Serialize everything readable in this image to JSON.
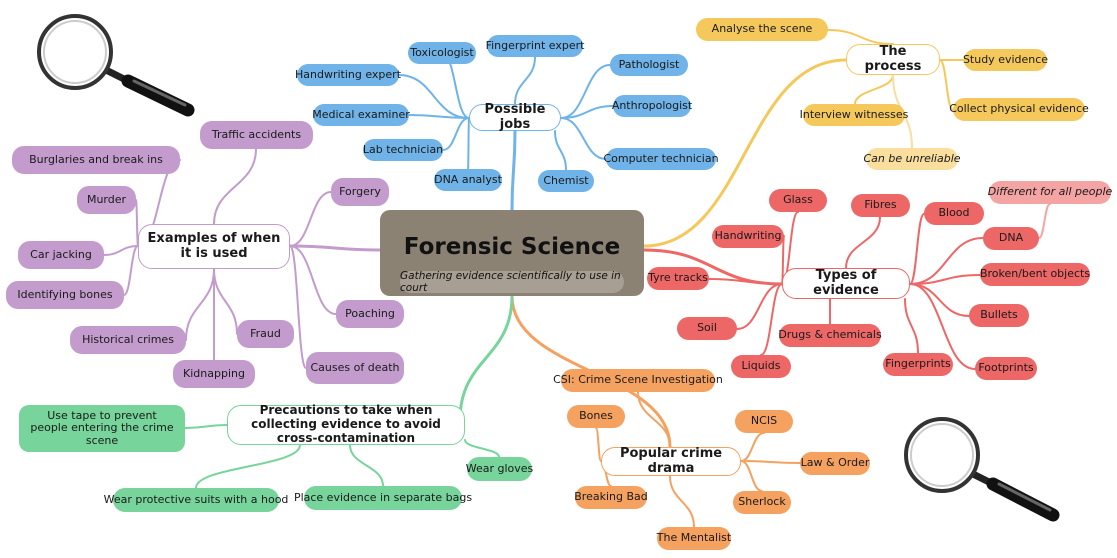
{
  "central": {
    "title": "Forensic Science",
    "subtitle": "Gathering evidence scientifically to use in court"
  },
  "colors": {
    "jobs": "#6fb3e8",
    "process": "#f5c85b",
    "evidence": "#ee6767",
    "drama": "#f5a160",
    "precautions": "#77d49a",
    "examples": "#c39ccd",
    "central": "#8b8274"
  },
  "branches": {
    "jobs": {
      "label": "Possible jobs",
      "items": [
        "Toxicologist",
        "Fingerprint expert",
        "Pathologist",
        "Handwriting expert",
        "Medical examiner",
        "Anthropologist",
        "Lab technician",
        "Computer technician",
        "DNA analyst",
        "Chemist"
      ]
    },
    "process": {
      "label": "The process",
      "items": [
        "Analyse the scene",
        "Study evidence",
        "Collect  physical evidence",
        "Interview witnesses"
      ],
      "note": "Can be unreliable"
    },
    "evidence": {
      "label": "Types of evidence",
      "items": [
        "Glass",
        "Fibres",
        "Blood",
        "DNA",
        "Handwriting",
        "Tyre tracks",
        "Soil",
        "Drugs & chemicals",
        "Liquids",
        "Fingerprints",
        "Broken/bent objects",
        "Bullets",
        "Footprints"
      ],
      "note": "Different for all people"
    },
    "drama": {
      "label": "Popular crime drama",
      "items": [
        "CSI: Crime Scene Investigation",
        "Bones",
        "NCIS",
        "Law & Order",
        "Breaking Bad",
        "Sherlock",
        "The Mentalist"
      ]
    },
    "precautions": {
      "label": "Precautions to take when collecting evidence to avoid cross-contamination",
      "items": [
        "Use tape to prevent people entering the crime scene",
        "Wear protective suits with a hood",
        "Place evidence in separate bags",
        "Wear gloves"
      ]
    },
    "examples": {
      "label": "Examples of when it is used",
      "items": [
        "Traffic accidents",
        "Burglaries and break ins",
        "Murder",
        "Forgery",
        "Car jacking",
        "Identifying bones",
        "Historical crimes",
        "Fraud",
        "Poaching",
        "Kidnapping",
        "Causes of death"
      ]
    }
  },
  "icons": [
    "magnifying-glass-icon",
    "magnifying-glass-icon"
  ]
}
